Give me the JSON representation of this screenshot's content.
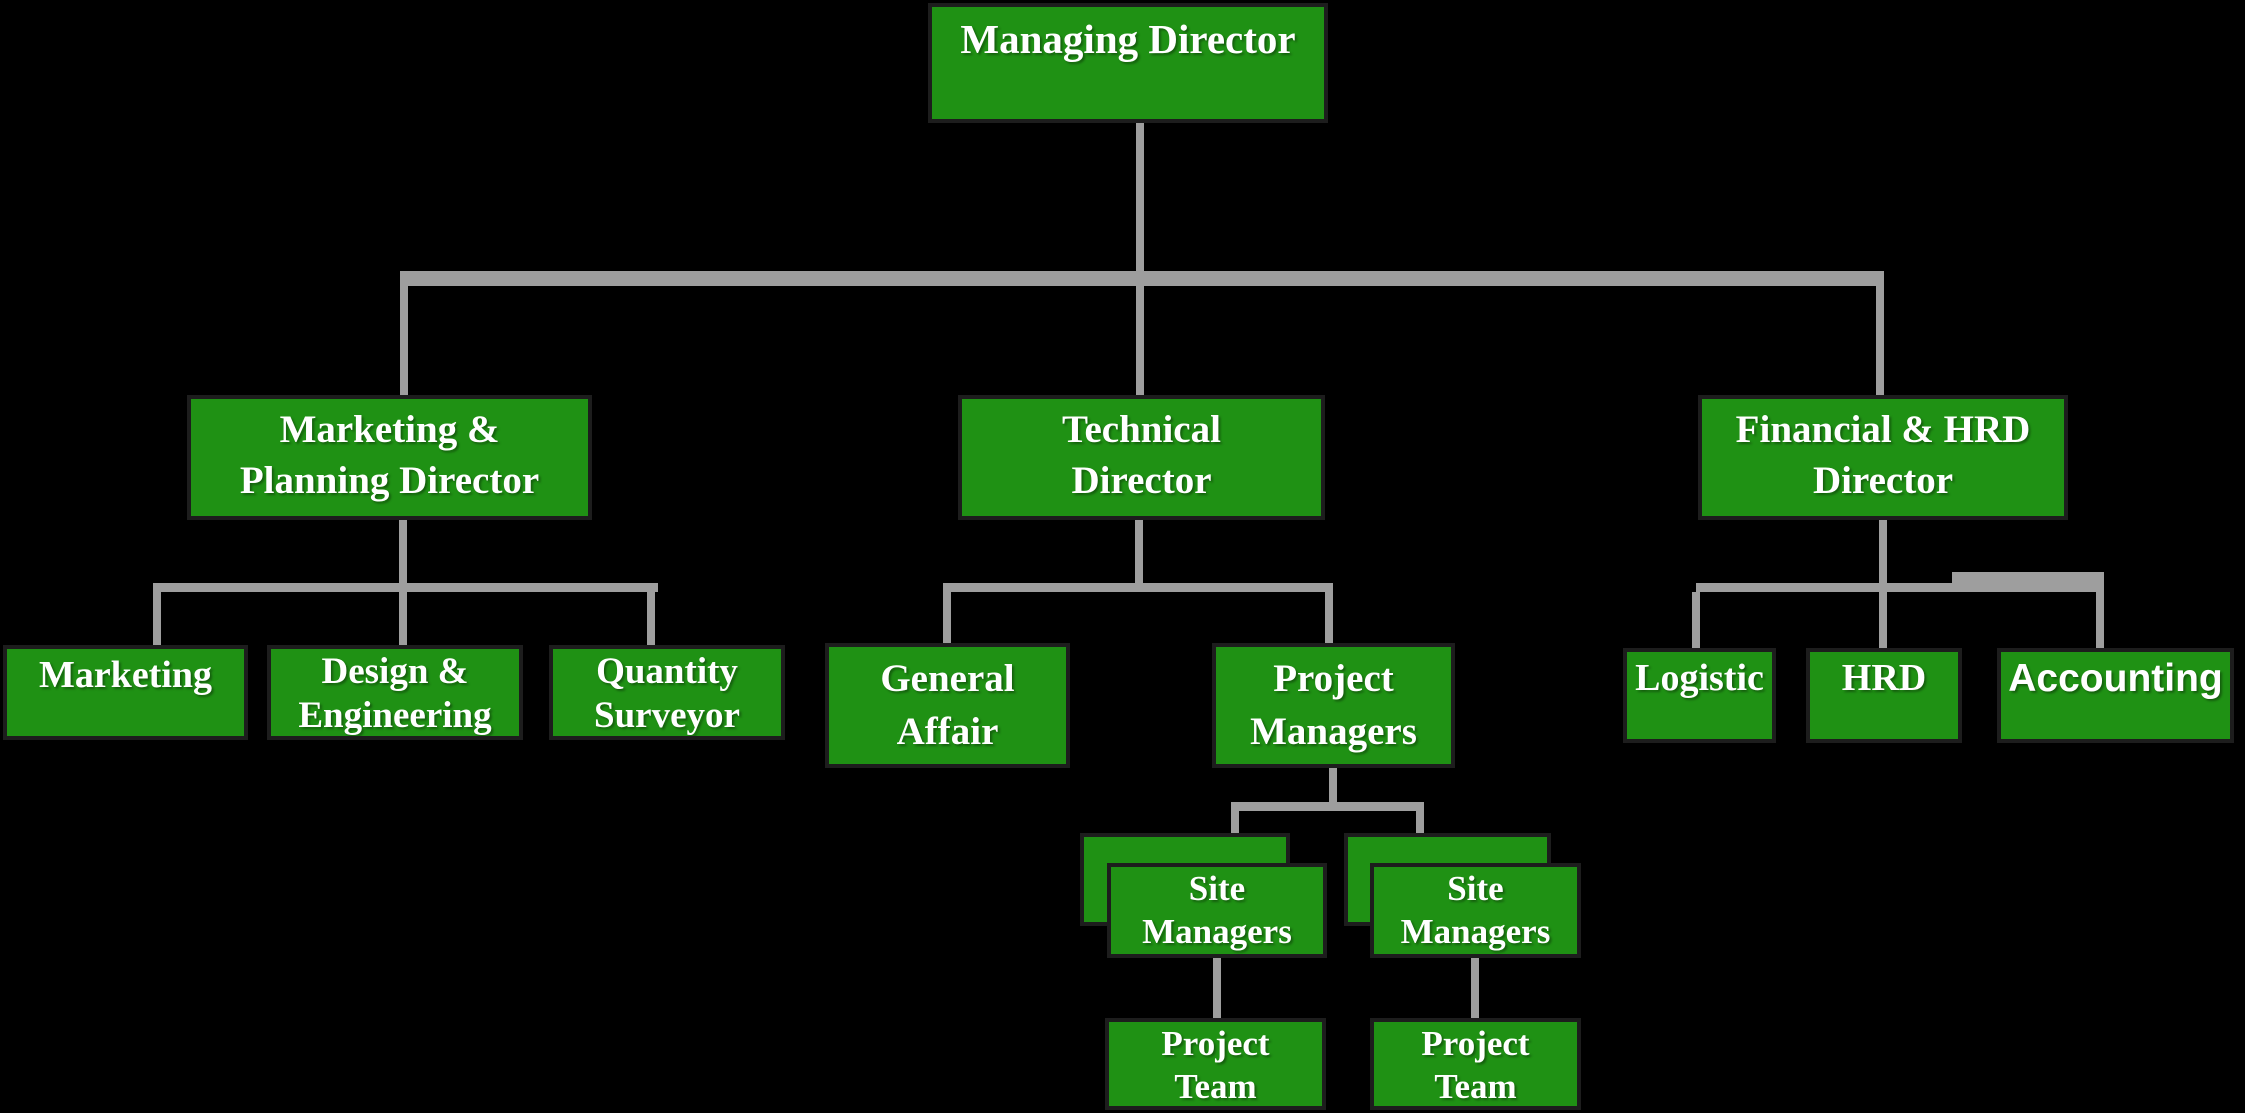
{
  "title": "Company Organizational Chart",
  "colors": {
    "background": "#000000",
    "box_fill": "#1f9114",
    "box_border": "#1d1d1d",
    "box_text": "#ffffff",
    "connector": "#9e9e9e"
  },
  "nodes": {
    "managing_director": {
      "label": "Managing Director"
    },
    "marketing_planning_director": {
      "label": "Marketing &\nPlanning Director"
    },
    "technical_director": {
      "label": "Technical\nDirector"
    },
    "financial_hrd_director": {
      "label": "Financial & HRD\nDirector"
    },
    "marketing": {
      "label": "Marketing"
    },
    "design_engineering": {
      "label": "Design &\nEngineering"
    },
    "quantity_surveyor": {
      "label": "Quantity\nSurveyor"
    },
    "general_affair": {
      "label": "General\nAffair"
    },
    "project_managers": {
      "label": "Project\nManagers"
    },
    "logistic": {
      "label": "Logistic"
    },
    "hrd": {
      "label": "HRD"
    },
    "accounting": {
      "label": "Accounting"
    },
    "site_managers_1": {
      "label": "Site\nManagers"
    },
    "site_managers_2": {
      "label": "Site\nManagers"
    },
    "project_team_1": {
      "label": "Project\nTeam"
    },
    "project_team_2": {
      "label": "Project\nTeam"
    }
  },
  "edges": [
    [
      "Managing Director",
      "Marketing & Planning Director"
    ],
    [
      "Managing Director",
      "Technical Director"
    ],
    [
      "Managing Director",
      "Financial & HRD Director"
    ],
    [
      "Marketing & Planning Director",
      "Marketing"
    ],
    [
      "Marketing & Planning Director",
      "Design & Engineering"
    ],
    [
      "Marketing & Planning Director",
      "Quantity Surveyor"
    ],
    [
      "Technical Director",
      "General Affair"
    ],
    [
      "Technical Director",
      "Project Managers"
    ],
    [
      "Financial & HRD Director",
      "Logistic"
    ],
    [
      "Financial & HRD Director",
      "HRD"
    ],
    [
      "Financial & HRD Director",
      "Accounting"
    ],
    [
      "Project Managers",
      "Site Managers (1)"
    ],
    [
      "Project Managers",
      "Site Managers (2)"
    ],
    [
      "Site Managers (1)",
      "Project Team (1)"
    ],
    [
      "Site Managers (2)",
      "Project Team (2)"
    ]
  ]
}
